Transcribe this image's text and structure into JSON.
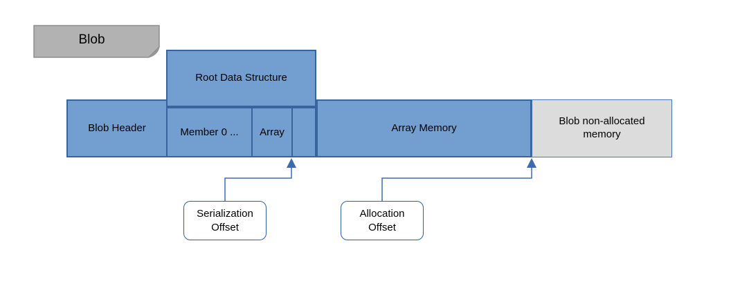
{
  "note": {
    "label": "Blob"
  },
  "root_box": {
    "label": "Root Data Structure"
  },
  "row": {
    "blob_header": "Blob Header",
    "member0": "Member 0 ...",
    "array": "Array",
    "array_memory": "Array Memory",
    "non_allocated": "Blob non-allocated memory"
  },
  "callouts": {
    "serialization": "Serialization Offset",
    "allocation": "Allocation Offset"
  },
  "colors": {
    "box_fill_blue": "#729fcf",
    "box_border_blue": "#35649f",
    "note_fill_gray": "#b2b2b2",
    "non_allocated_fill_gray": "#dcdcdc",
    "connector_blue": "#3b6cb0"
  }
}
